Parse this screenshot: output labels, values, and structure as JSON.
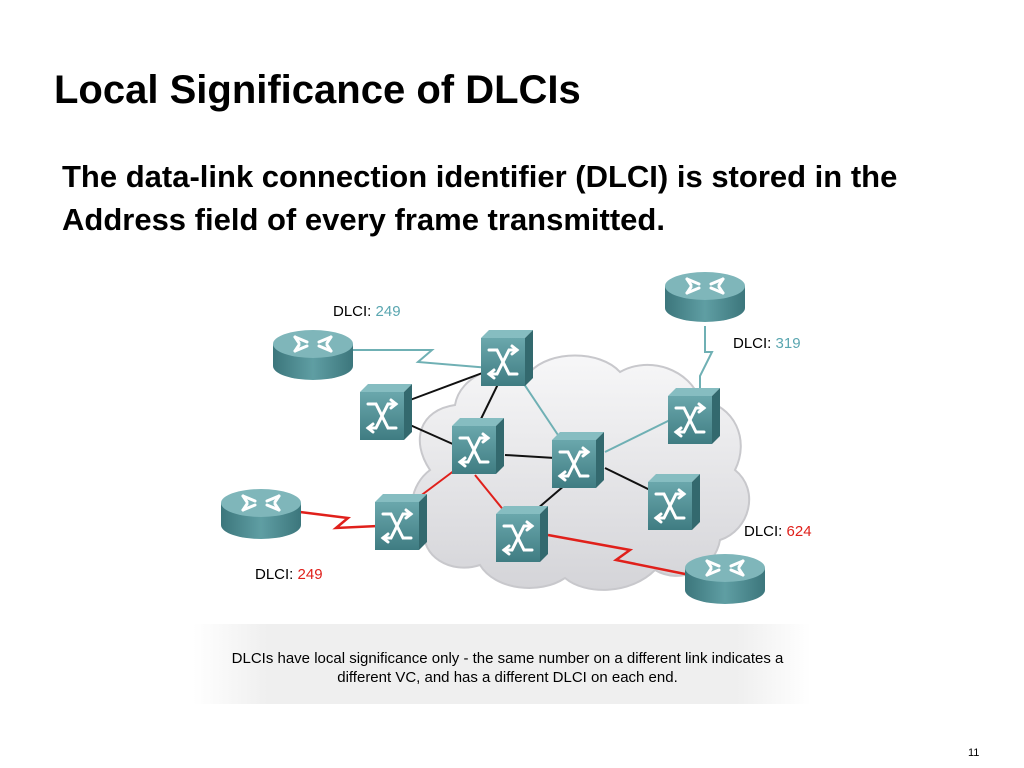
{
  "slide": {
    "title": "Local Significance of DLCIs",
    "subtitle": "The data-link connection identifier (DLCI) is stored in the Address field of every frame transmitted.",
    "caption": "DLCIs have local significance only - the same number on a different link indicates a different VC, and has a different DLCI on each end.",
    "page_number": "11"
  },
  "diagram": {
    "labels": [
      {
        "id": "top-left",
        "prefix": "DLCI:",
        "value": "249",
        "value_color": "#5aa6b0"
      },
      {
        "id": "top-right",
        "prefix": "DLCI:",
        "value": "319",
        "value_color": "#5aa6b0"
      },
      {
        "id": "bottom-right",
        "prefix": "DLCI:",
        "value": "624",
        "value_color": "#e0201b"
      },
      {
        "id": "bottom-left",
        "prefix": "DLCI:",
        "value": "249",
        "value_color": "#e0201b"
      }
    ],
    "colors": {
      "router": "#4f9096",
      "switch": "#4f8e94",
      "cloud": "#e6e6e8",
      "link_black": "#111111",
      "link_teal": "#6fb0b4",
      "link_red": "#e0201b"
    }
  }
}
